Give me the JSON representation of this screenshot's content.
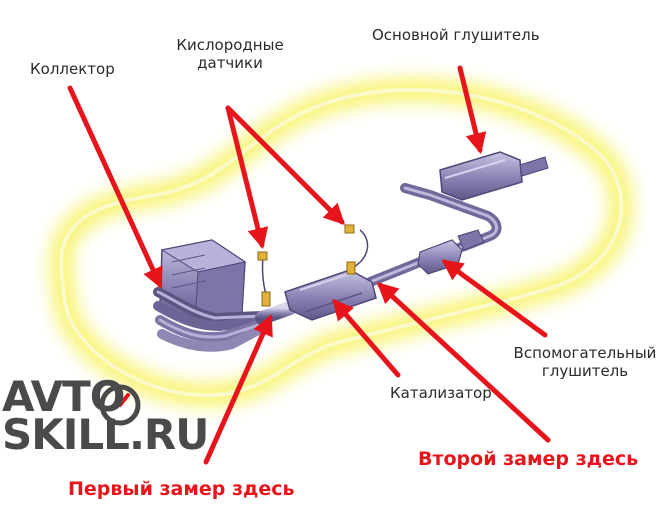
{
  "labels": {
    "manifold": "Коллектор",
    "oxygen_sensors_line1": "Кислородные",
    "oxygen_sensors_line2": "датчики",
    "main_muffler": "Основной глушитель",
    "aux_muffler_line1": "Вспомогательный",
    "aux_muffler_line2": "глушитель",
    "catalyst": "Катализатор"
  },
  "callouts": {
    "first_measurement": "Первый замер здесь",
    "second_measurement": "Второй замер здесь"
  },
  "logo": {
    "line1": "AVTO",
    "line2": "SKILL.RU"
  },
  "colors": {
    "arrow": "#e8141b",
    "glow": "#f7f36a",
    "car_outline": "#fbf9c8",
    "metal": "#8e88b8"
  }
}
